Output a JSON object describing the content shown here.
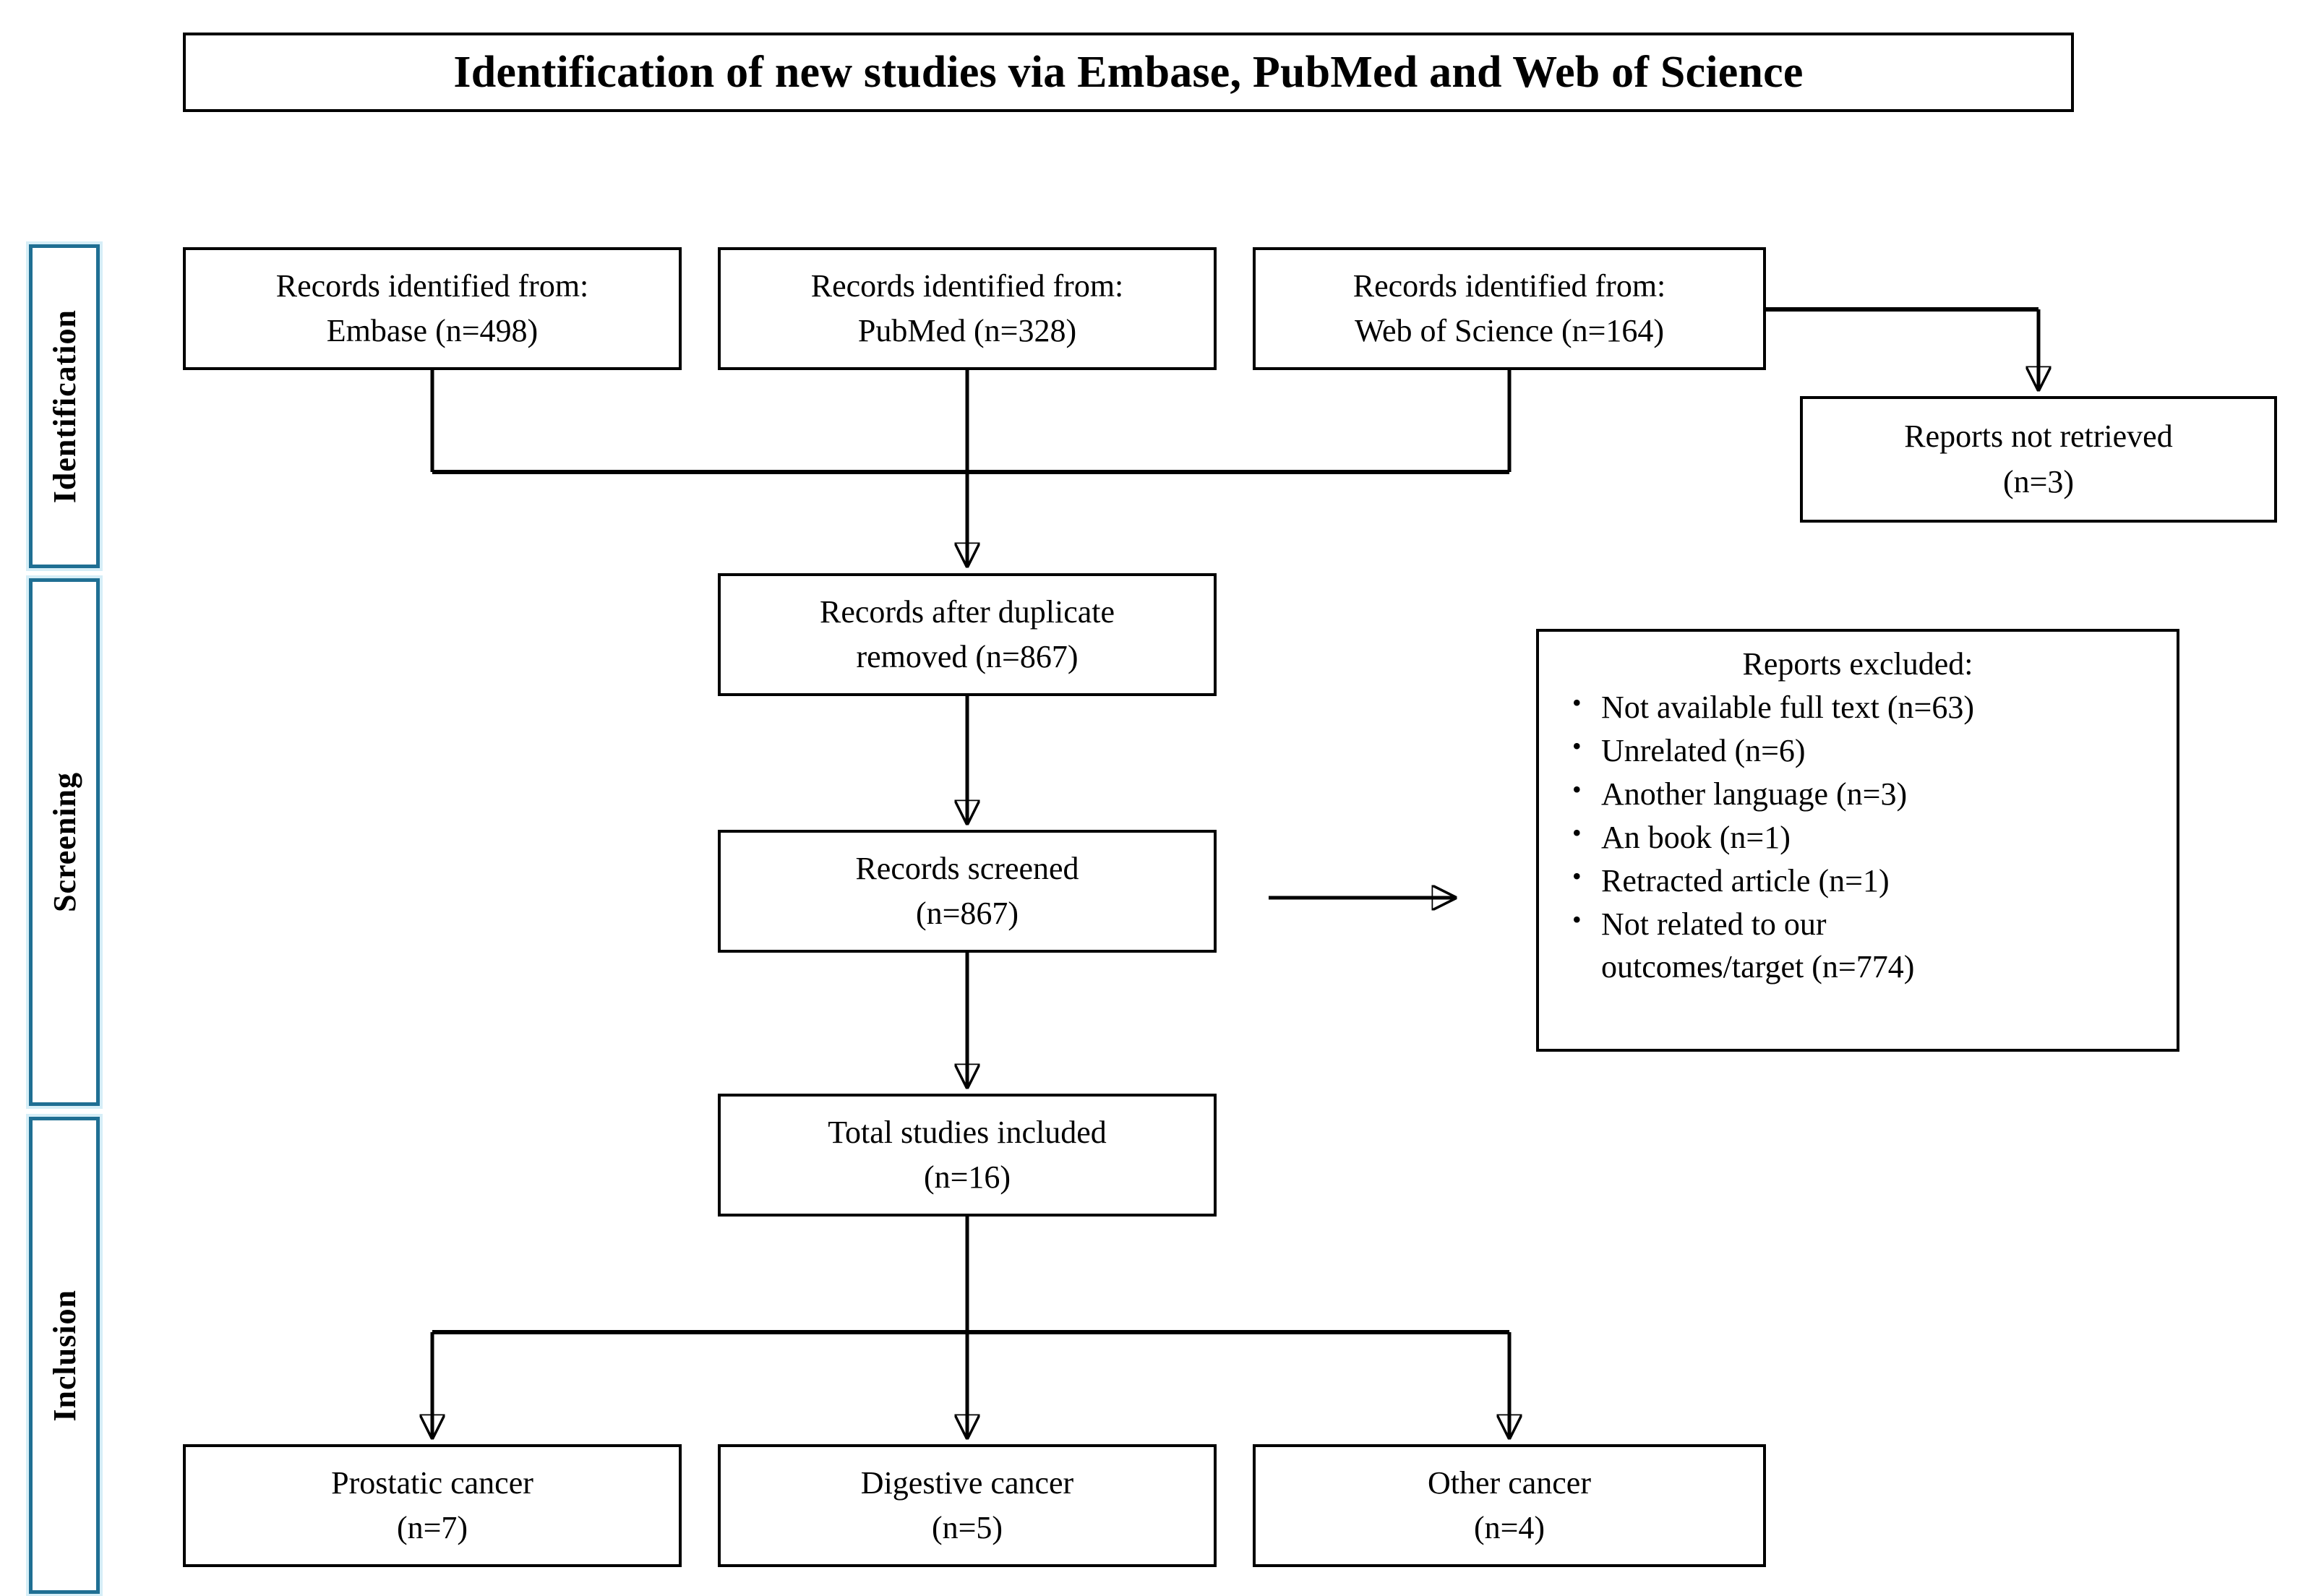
{
  "title": {
    "text": "Identification of new studies via Embase, PubMed and Web of Science"
  },
  "stages": [
    {
      "id": "identification",
      "label": "Identification"
    },
    {
      "id": "screening",
      "label": "Screening"
    },
    {
      "id": "inclusion",
      "label": "Inclusion"
    }
  ],
  "colors": {
    "stage_border": "#1f6f93",
    "stage_glow": "#d6eef7",
    "box_border": "#000000",
    "text": "#000000",
    "background": "#ffffff"
  },
  "identification_row": [
    {
      "id": "embase",
      "line1": "Records identified from:",
      "line2": "Embase (n=498)",
      "source": "Embase",
      "n": 498
    },
    {
      "id": "pubmed",
      "line1": "Records identified from:",
      "line2": "PubMed (n=328)",
      "source": "PubMed",
      "n": 328
    },
    {
      "id": "wos",
      "line1": "Records identified from:",
      "line2": "Web of Science (n=164)",
      "source": "Web of Science",
      "n": 164
    }
  ],
  "not_retrieved": {
    "line1": "Reports not retrieved",
    "line2": "(n=3)",
    "n": 3
  },
  "dedup": {
    "line1": "Records after duplicate",
    "line2": "removed (n=867)",
    "n": 867
  },
  "screened": {
    "line1": "Records screened",
    "line2": "(n=867)",
    "n": 867
  },
  "excluded": {
    "title": "Reports excluded:",
    "items": [
      {
        "text": "Not available full text (n=63)",
        "n": 63
      },
      {
        "text": "Unrelated (n=6)",
        "n": 6
      },
      {
        "text": "Another language (n=3)",
        "n": 3
      },
      {
        "text": "An book (n=1)",
        "n": 1
      },
      {
        "text": "Retracted article (n=1)",
        "n": 1
      },
      {
        "text": "Not related to our",
        "cont": "outcomes/target (n=774)",
        "n": 774
      }
    ]
  },
  "included": {
    "line1": "Total studies included",
    "line2": "(n=16)",
    "n": 16
  },
  "outcomes": [
    {
      "id": "prostatic",
      "line1": "Prostatic cancer",
      "line2": "(n=7)",
      "n": 7
    },
    {
      "id": "digestive",
      "line1": "Digestive cancer",
      "line2": "(n=5)",
      "n": 5
    },
    {
      "id": "other",
      "line1": "Other cancer",
      "line2": "(n=4)",
      "n": 4
    }
  ]
}
